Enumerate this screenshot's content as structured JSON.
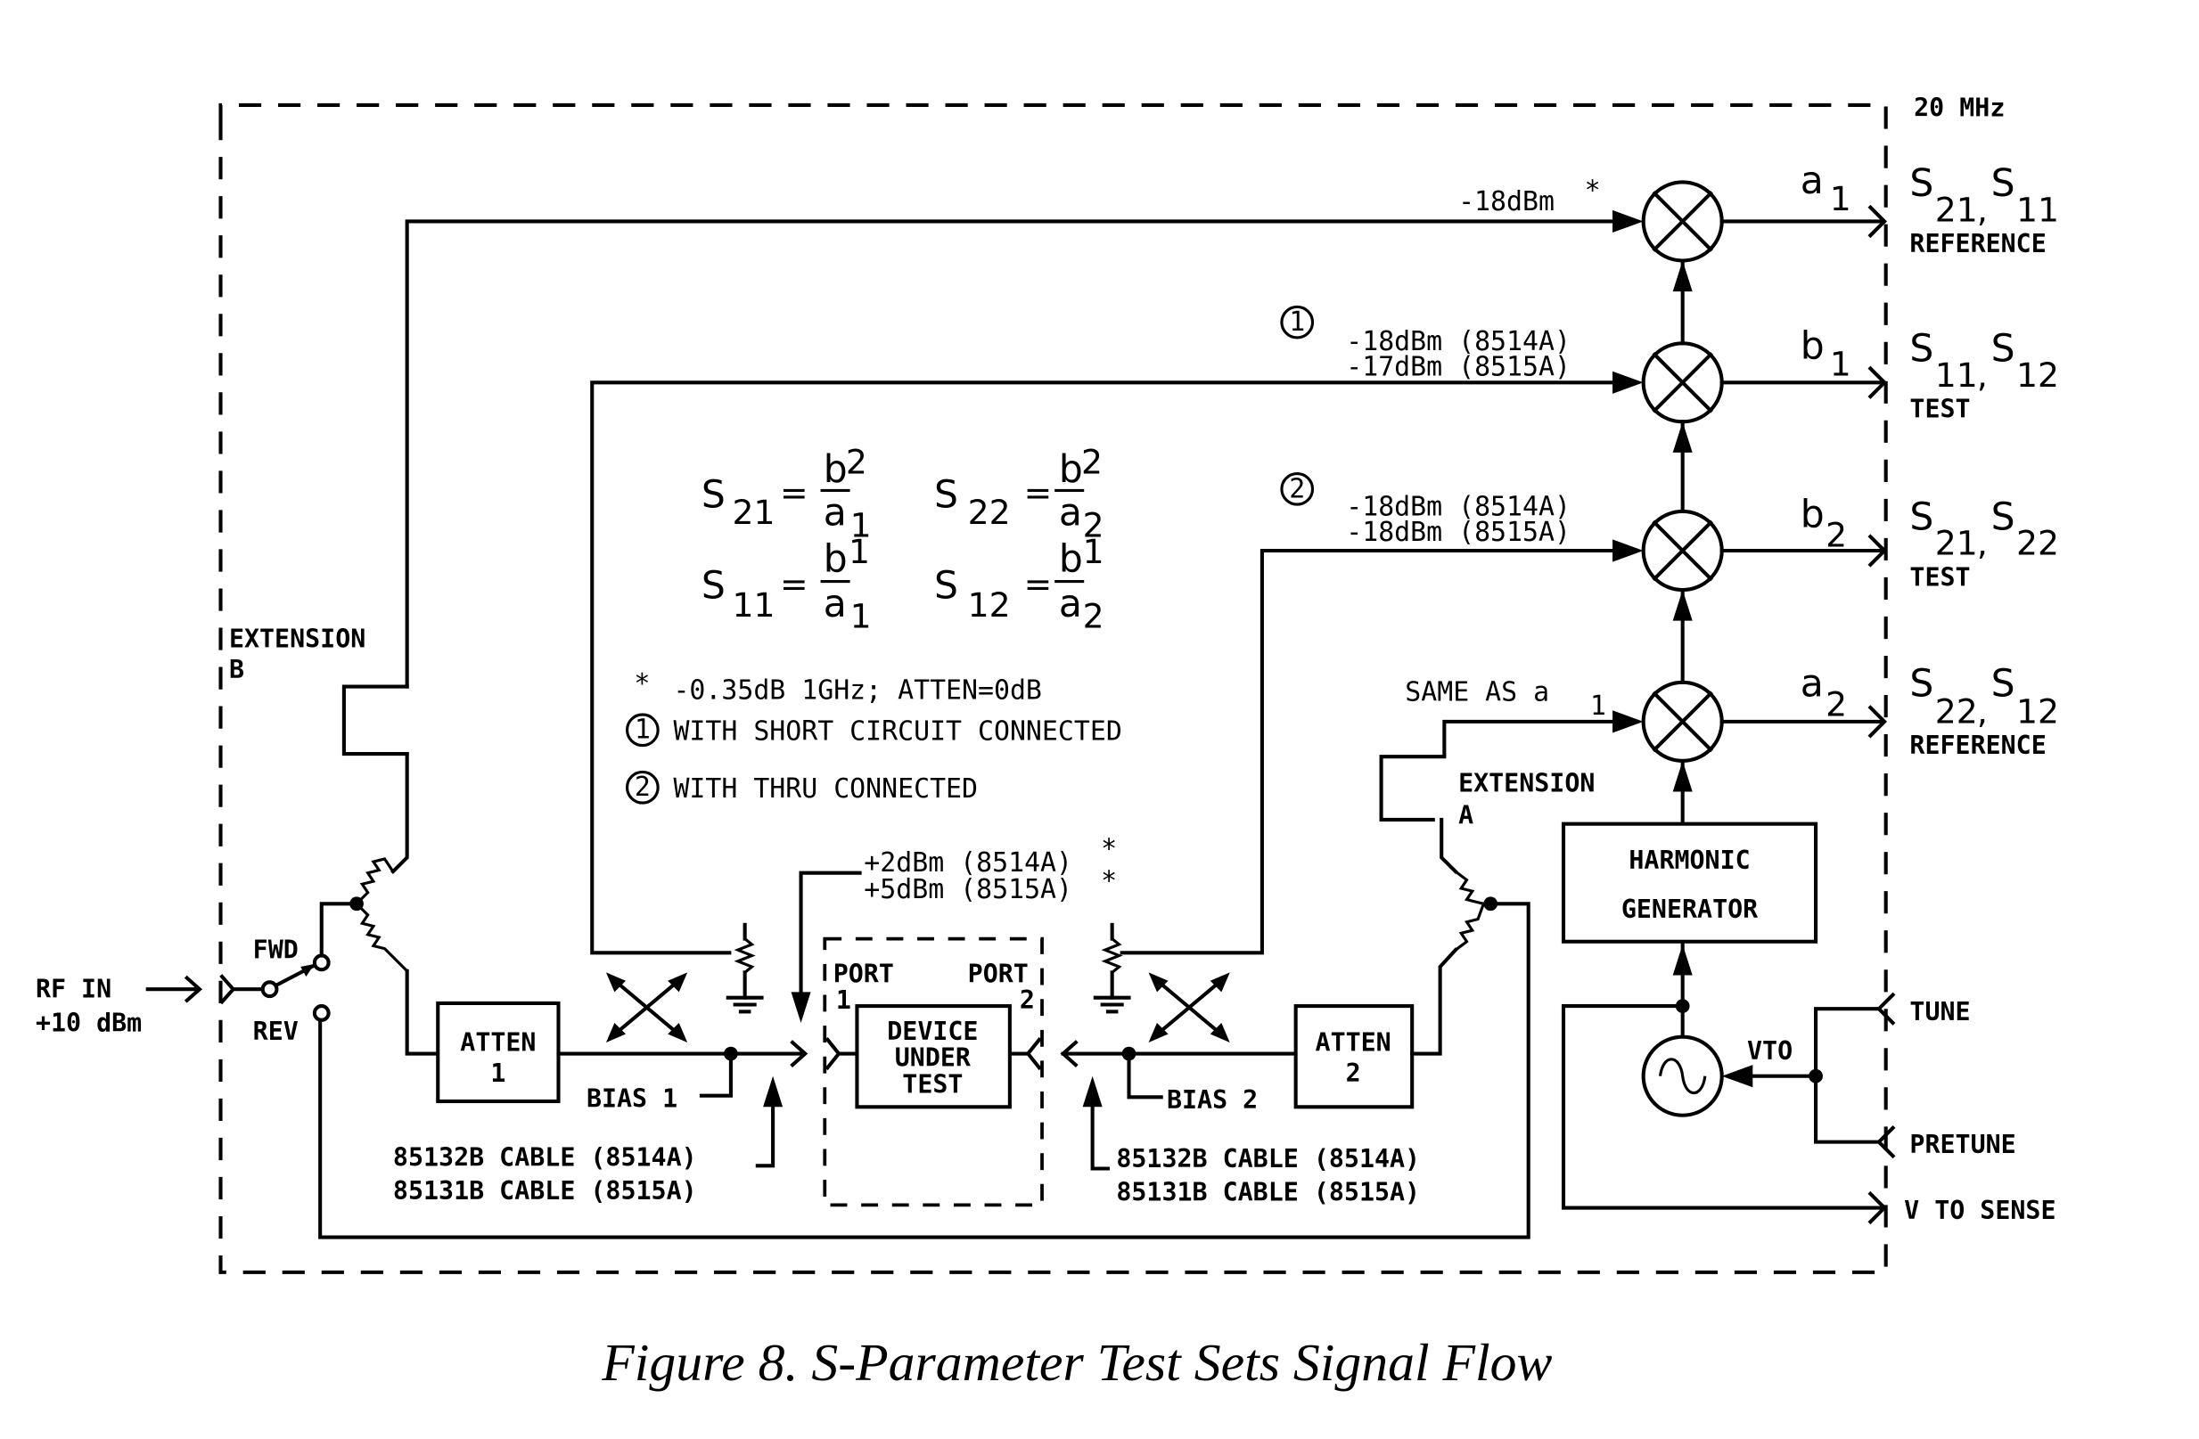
{
  "figure": {
    "caption": "Figure 8.  S-Parameter Test Sets Signal Flow",
    "frequency_label": "20 MHz"
  },
  "input": {
    "name": "RF IN",
    "level": "+10 dBm",
    "switch_fwd": "FWD",
    "switch_rev": "REV"
  },
  "extensions": {
    "b_line1": "EXTENSION",
    "b_line2": "B",
    "a_line1": "EXTENSION",
    "a_line2": "A"
  },
  "attenuators": [
    {
      "line1": "ATTEN",
      "line2": "1"
    },
    {
      "line1": "ATTEN",
      "line2": "2"
    }
  ],
  "bias": [
    "BIAS 1",
    "BIAS 2"
  ],
  "cables": {
    "left": [
      "85132B  CABLE (8514A)",
      "85131B  CABLE (8515A)"
    ],
    "right": [
      "85132B  CABLE (8514A)",
      "85131B  CABLE (8515A)"
    ]
  },
  "dut": {
    "port1_label": "PORT",
    "port1_num": "1",
    "port2_label": "PORT",
    "port2_num": "2",
    "line1": "DEVICE",
    "line2": "UNDER",
    "line3": "TEST",
    "drive_level_1": "+2dBm (8514A)",
    "drive_level_2": "+5dBm (8515A)",
    "drive_mark": "*"
  },
  "mixers": [
    {
      "signal": "a",
      "index": "1",
      "input_level": "-18dBm",
      "input_mark": "*",
      "out_s1": "S",
      "out_s1_sub": "21",
      "out_s2": "S",
      "out_s2_sub": "11",
      "role": "REFERENCE"
    },
    {
      "signal": "b",
      "index": "1",
      "marker": "1",
      "input_level_1": "-18dBm (8514A)",
      "input_level_2": "-17dBm (8515A)",
      "out_s1": "S",
      "out_s1_sub": "11",
      "out_s2": "S",
      "out_s2_sub": "12",
      "role": "TEST"
    },
    {
      "signal": "b",
      "index": "2",
      "marker": "2",
      "input_level_1": "-18dBm (8514A)",
      "input_level_2": "-18dBm (8515A)",
      "out_s1": "S",
      "out_s1_sub": "21",
      "out_s2": "S",
      "out_s2_sub": "22",
      "role": "TEST"
    },
    {
      "signal": "a",
      "index": "2",
      "input_level": "SAME AS a",
      "input_level_sub": "1",
      "out_s1": "S",
      "out_s1_sub": "22",
      "out_s2": "S",
      "out_s2_sub": "12",
      "role": "REFERENCE"
    }
  ],
  "equations": [
    {
      "s": "S",
      "sub": "21",
      "num": "b",
      "num_sub": "2",
      "den": "a",
      "den_sub": "1"
    },
    {
      "s": "S",
      "sub": "22",
      "num": "b",
      "num_sub": "2",
      "den": "a",
      "den_sub": "2"
    },
    {
      "s": "S",
      "sub": "11",
      "num": "b",
      "num_sub": "1",
      "den": "a",
      "den_sub": "1"
    },
    {
      "s": "S",
      "sub": "12",
      "num": "b",
      "num_sub": "1",
      "den": "a",
      "den_sub": "2"
    }
  ],
  "notes": {
    "star": "*",
    "star_text": "-0.35dB 1GHz; ATTEN=0dB",
    "note1_marker": "1",
    "note1_text": "WITH SHORT CIRCUIT CONNECTED",
    "note2_marker": "2",
    "note2_text": "WITH THRU CONNECTED"
  },
  "lo": {
    "harmonic_line1": "HARMONIC",
    "harmonic_line2": "GENERATOR",
    "vto": "VTO",
    "tune": "TUNE",
    "pretune": "PRETUNE",
    "vto_sense": "V TO  SENSE"
  }
}
